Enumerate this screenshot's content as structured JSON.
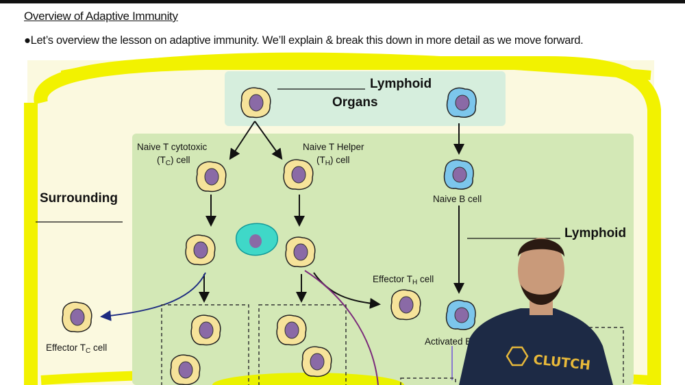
{
  "slide": {
    "title": "Overview of Adaptive Immunity",
    "bullet": "●Let’s overview the lesson on adaptive immunity.  We’ll explain & break this down in more detail as we move forward."
  },
  "diagram": {
    "lymphoid_organs_line1": "Lymphoid",
    "lymphoid_organs_line2": "Organs",
    "naive_tc_line1": "Naive T cytotoxic",
    "naive_tc_line2_pre": "(T",
    "naive_tc_sub": "C",
    "naive_tc_line2_post": ") cell",
    "naive_th_line1": "Naive T Helper",
    "naive_th_line2_pre": "(T",
    "naive_th_sub": "H",
    "naive_th_line2_post": ") cell",
    "naive_b": "Naive B cell",
    "surrounding": "Surrounding",
    "lymphoid": "Lymphoid",
    "effector_th_pre": "Effector T",
    "effector_th_sub": "H",
    "effector_th_post": " cell",
    "activated_b": "Activated B",
    "effector_tc_pre": "Effector T",
    "effector_tc_sub": "C",
    "effector_tc_post": " cell"
  },
  "presenter": {
    "shirt_logo": "CLUTCH"
  },
  "colors": {
    "highlight": "#f2f200",
    "lymphoid_box": "#d6eedd",
    "green_panel": "#d3e8b6",
    "t_cell": "#f6e39a",
    "b_cell": "#7cc6ec",
    "nucleus": "#8a6aa6",
    "shirt": "#1d2a45",
    "logo": "#e8b93a"
  }
}
